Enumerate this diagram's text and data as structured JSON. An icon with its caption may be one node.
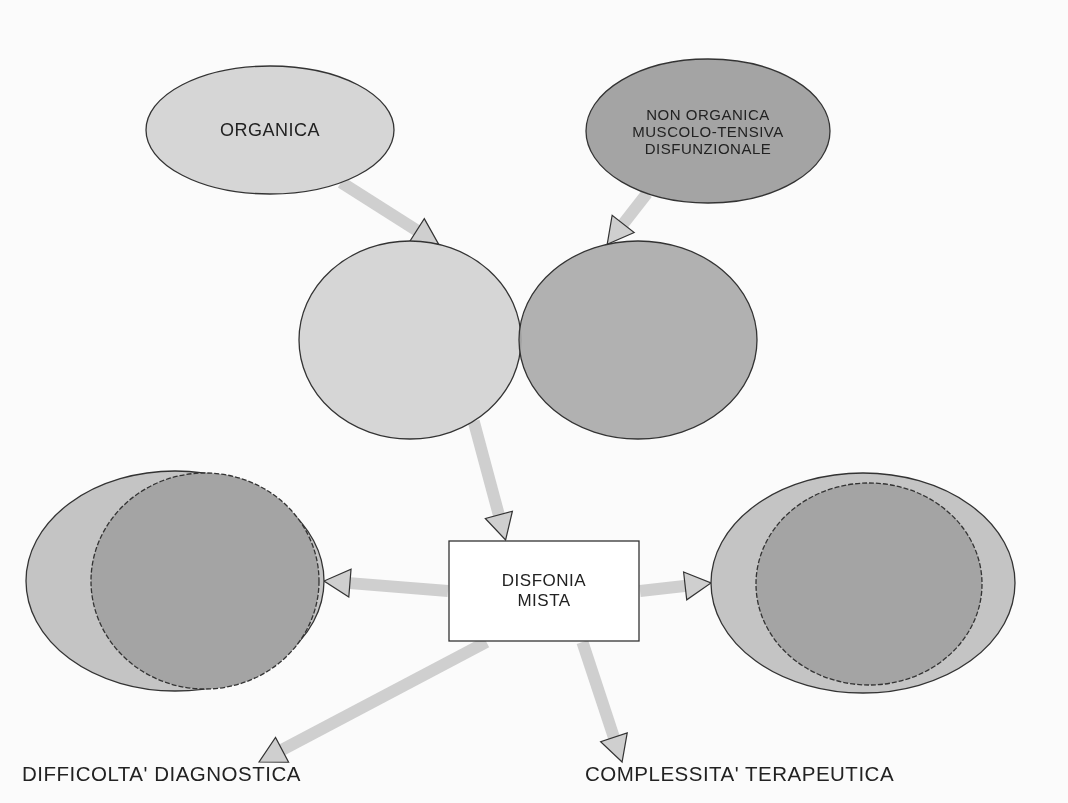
{
  "diagram": {
    "nodes": [
      {
        "text": [
          "ORGANICA"
        ]
      },
      {
        "text": [
          "NON ORGANICA MUSCOLO-TENSIVA DISFUNZIONALE"
        ]
      },
      {
        "text": [],
        "shape": "circle"
      },
      {
        "text": [],
        "shape": "circle"
      },
      {
        "text": [
          "DISFONIA MISTA"
        ]
      },
      {
        "text": [],
        "shape": "circle"
      },
      {
        "text": [],
        "shape": "circle",
        "in": 5
      },
      {
        "text": [],
        "shape": "circle"
      },
      {
        "text": [],
        "shape": "circle",
        "in": 7
      },
      {
        "text": [
          "DIFFICOLTA' DIAGNOSTICA"
        ]
      },
      {
        "text": [
          "COMPLESSITA' TERAPEUTICA"
        ]
      }
    ],
    "edges": [
      {
        "from": 0,
        "to": 2,
        "arrow": "to"
      },
      {
        "from": 1,
        "to": 3,
        "arrow": "to"
      },
      {
        "from": 2,
        "to": 4,
        "arrow": "to"
      },
      {
        "from": 4,
        "to": 5,
        "arrow": "to"
      },
      {
        "from": 4,
        "to": 7,
        "arrow": "to"
      },
      {
        "from": 4,
        "to": 9,
        "arrow": "to"
      },
      {
        "from": 4,
        "to": 10,
        "arrow": "to"
      }
    ]
  }
}
